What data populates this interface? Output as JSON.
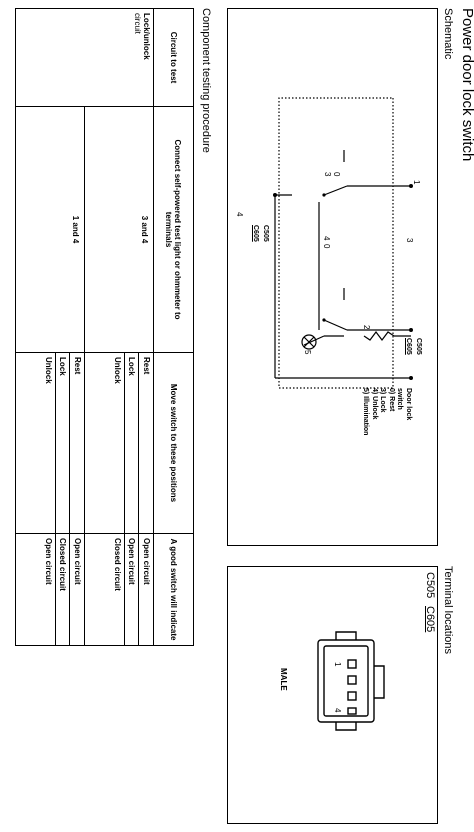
{
  "title": "Power door lock switch",
  "schematic": {
    "heading": "Schematic",
    "pin1": "1",
    "pin2": "2",
    "pin3": "3",
    "pin4": "4",
    "pin5": "5",
    "sw0": "0",
    "sw3": "3",
    "sw4": "4",
    "sw6": "0",
    "conn_right_a": "C505",
    "conn_right_b": "C605",
    "conn_left_a": "C505",
    "conn_left_b": "C605",
    "legend": [
      "Door lock",
      "switch",
      "0)  Rest",
      "3)  Lock",
      "4)  Unlock",
      "5)  Illumination"
    ]
  },
  "terminals": {
    "heading": "Terminal locations",
    "connector_a": "C505",
    "connector_b": "C605",
    "pin_1": "1",
    "pin_4": "4",
    "gender": "MALE"
  },
  "testing": {
    "heading": "Component testing procedure",
    "headers": [
      "Circuit to test",
      "Connect self-powered test light or ohmmeter to terminals",
      "Move switch to these positions",
      "A good switch will indicate"
    ],
    "circuit": [
      "Lock/unlock",
      "circuit"
    ],
    "groups": [
      {
        "terminals": "3 and 4",
        "positions": [
          "Rest",
          "Lock",
          "Unlock"
        ],
        "results": [
          "Open circuit",
          "Open circuit",
          "Closed circuit"
        ]
      },
      {
        "terminals": "1 and 4",
        "positions": [
          "Rest",
          "Lock",
          "Unlock"
        ],
        "results": [
          "Open circuit",
          "Closed circuit",
          "Open circuit"
        ]
      }
    ]
  }
}
